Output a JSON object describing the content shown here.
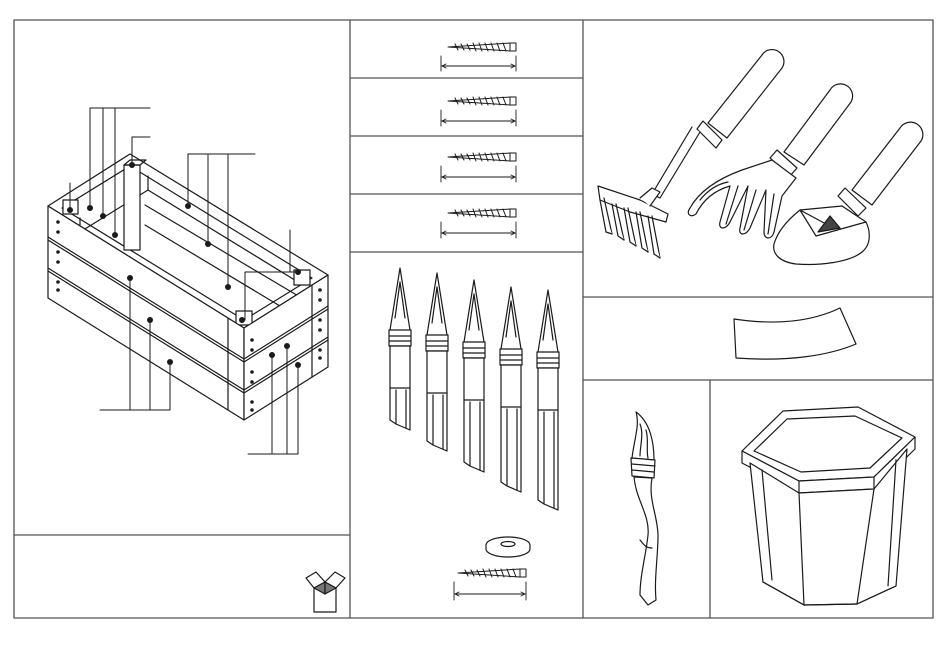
{
  "sheet": {
    "background": "#ffffff",
    "line_color": "#1a1a1a",
    "border_color": "#555555"
  },
  "panels": [
    {
      "name": "planter-box-exploded-view",
      "icon": "wooden-planter-box-icon"
    },
    {
      "name": "hardware-kit-badge",
      "icon": "hardware-box-icon"
    },
    {
      "name": "screw-length-1",
      "icon": "screw-icon"
    },
    {
      "name": "screw-length-2",
      "icon": "screw-icon"
    },
    {
      "name": "screw-length-3",
      "icon": "screw-icon"
    },
    {
      "name": "screw-length-4",
      "icon": "screw-icon"
    },
    {
      "name": "plant-stakes",
      "icon": "ground-stake-icon",
      "count": 5
    },
    {
      "name": "washer-and-screw",
      "icon": "washer-icon"
    },
    {
      "name": "garden-hand-tools",
      "icon": "rake-fork-trowel-icon"
    },
    {
      "name": "liner-sheet",
      "icon": "liner-sheet-icon"
    },
    {
      "name": "paint-brush",
      "icon": "paint-brush-icon"
    },
    {
      "name": "hexagonal-planter-pot",
      "icon": "hexagon-pot-icon"
    }
  ]
}
